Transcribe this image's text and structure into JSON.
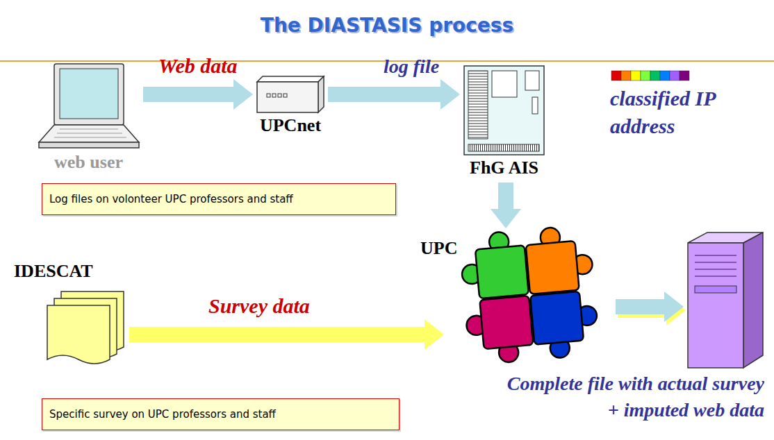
{
  "diagram": {
    "title": "The DIASTASIS process",
    "nodes": [
      {
        "text": [
          "web user"
        ]
      },
      {
        "text": [
          "UPCnet"
        ]
      },
      {
        "text": [
          "FhG AIS"
        ]
      },
      {
        "text": [
          "Log files on volonteer UPC professors and staff"
        ]
      },
      {
        "text": [
          "IDESCAT"
        ]
      },
      {
        "text": [
          "UPC"
        ]
      },
      {
        "text": [
          "Complete file with actual survey + imputed web data"
        ]
      },
      {
        "text": [
          "Specific survey on UPC professors and staff"
        ]
      }
    ],
    "edges": [
      {
        "from": 0,
        "to": 1,
        "arrow": "to",
        "label": "Web data"
      },
      {
        "from": 1,
        "to": 2,
        "arrow": "to",
        "label": "log file"
      },
      {
        "from": 2,
        "to": 5,
        "arrow": "to"
      },
      {
        "from": 4,
        "to": 5,
        "arrow": "to",
        "label": "Survey data"
      },
      {
        "from": 5,
        "to": 6,
        "arrow": "to"
      }
    ],
    "labels": [
      "classified IP address"
    ]
  }
}
